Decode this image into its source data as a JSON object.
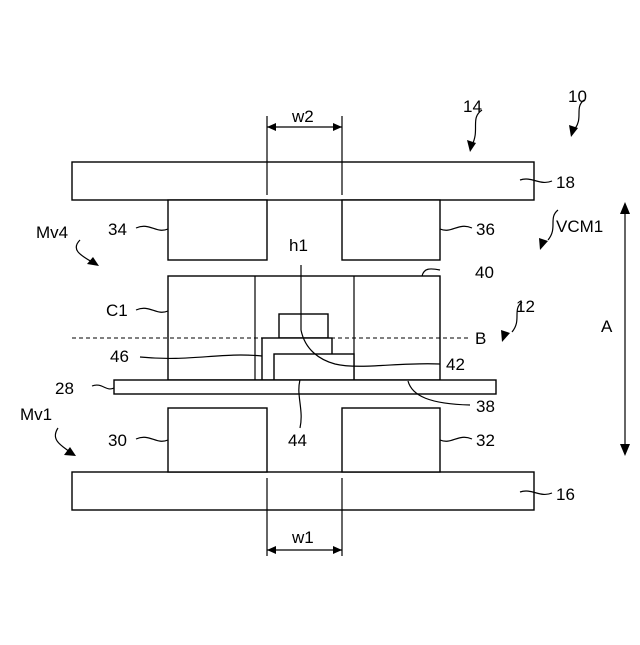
{
  "labels": {
    "device": "10",
    "upper_unit": "14",
    "lower_unit": "12",
    "upper_plate": "18",
    "lower_plate": "16",
    "magnet_ul": "34",
    "magnet_ur": "36",
    "magnet_ll": "30",
    "magnet_lr": "32",
    "coil_label": "C1",
    "holder": "40",
    "base": "28",
    "element_42": "42",
    "element_44": "44",
    "element_46": "46",
    "element_38": "38",
    "height": "h1",
    "line_b": "B",
    "direction": "A",
    "vcm": "VCM1",
    "mv4": "Mv4",
    "mv1": "Mv1",
    "width_top": "w2",
    "width_bottom": "w1"
  }
}
